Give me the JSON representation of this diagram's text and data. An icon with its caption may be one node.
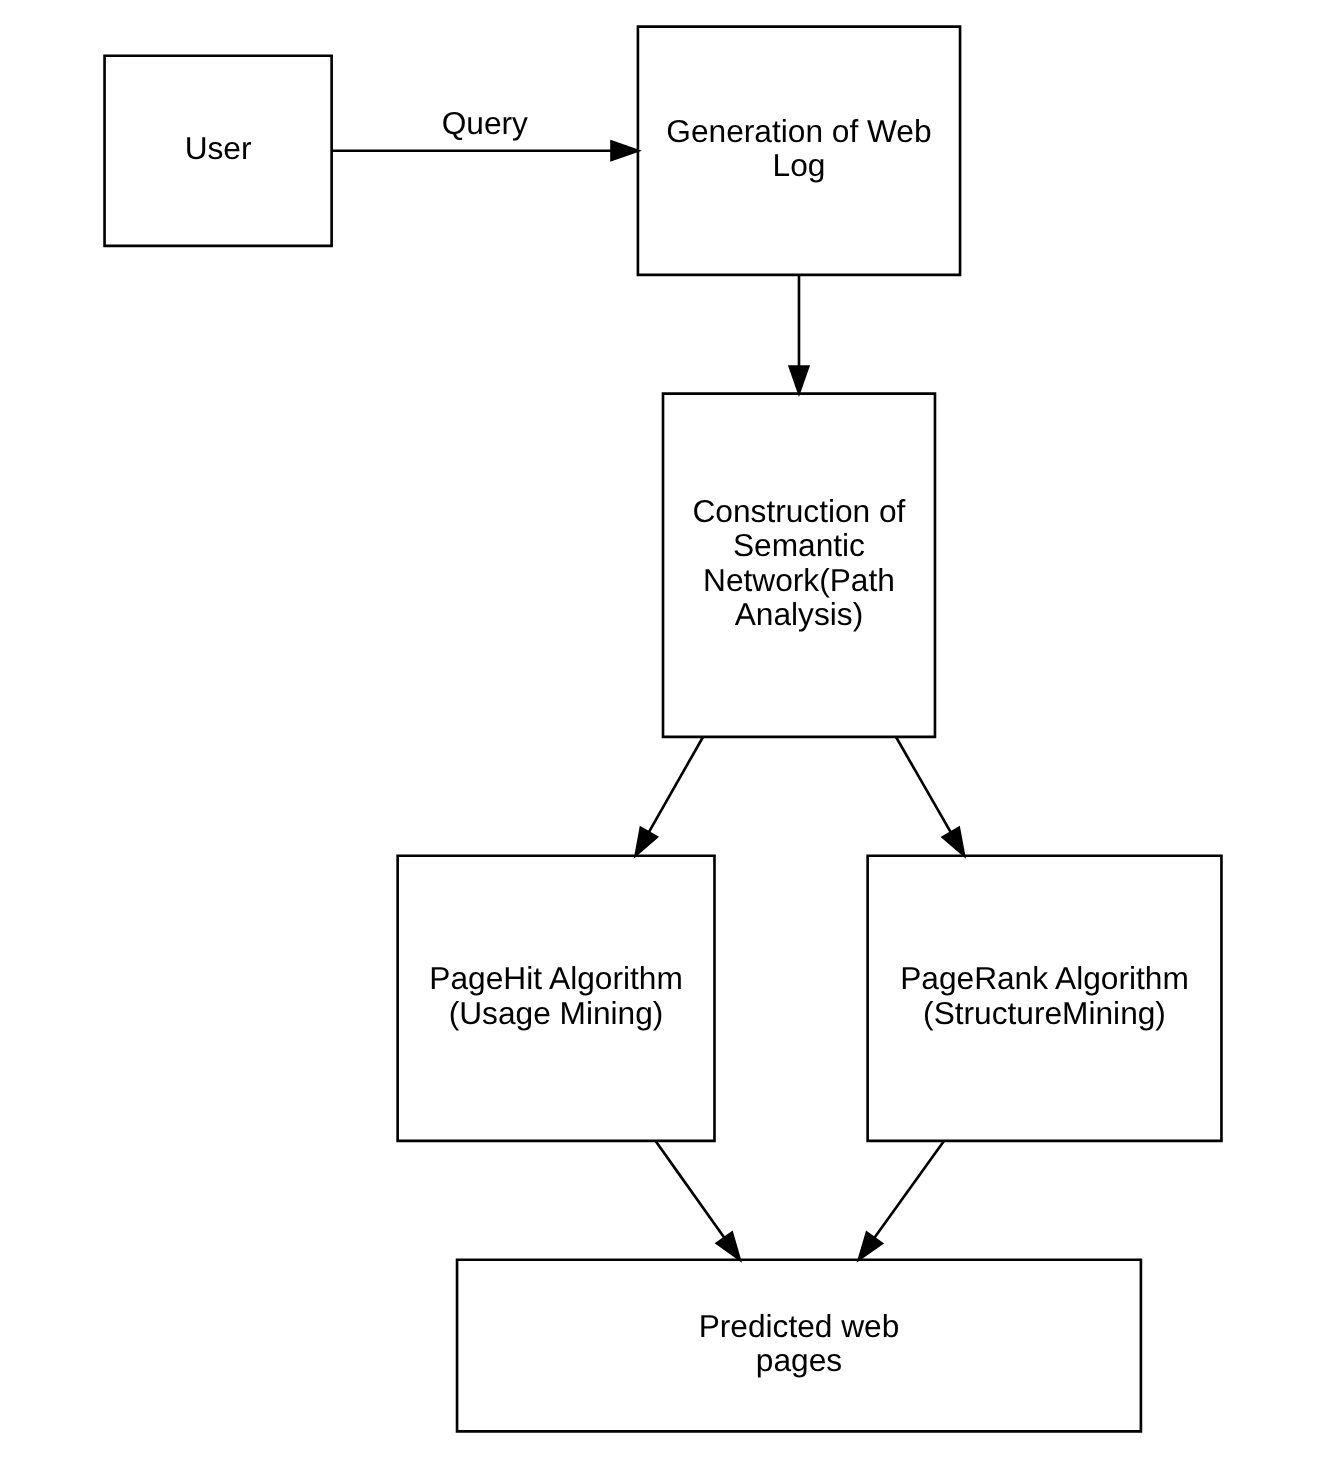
{
  "diagram": {
    "nodes": [
      {
        "text": [
          "User"
        ]
      },
      {
        "text": [
          "Generation of Web Log"
        ]
      },
      {
        "text": [
          "Construction of Semantic Network(Path Analysis)"
        ]
      },
      {
        "text": [
          "PageHit Algorithm (Usage Mining)"
        ]
      },
      {
        "text": [
          "PageRank Algorithm (StructureMining)"
        ]
      },
      {
        "text": [
          "Predicted web pages"
        ]
      }
    ],
    "edges": [
      {
        "from": 0,
        "to": 1,
        "arrow": "to",
        "label": "Query"
      },
      {
        "from": 1,
        "to": 2,
        "arrow": "to"
      },
      {
        "from": 2,
        "to": 3,
        "arrow": "to"
      },
      {
        "from": 2,
        "to": 4,
        "arrow": "to"
      },
      {
        "from": 3,
        "to": 5,
        "arrow": "to"
      },
      {
        "from": 4,
        "to": 5,
        "arrow": "to"
      }
    ]
  }
}
